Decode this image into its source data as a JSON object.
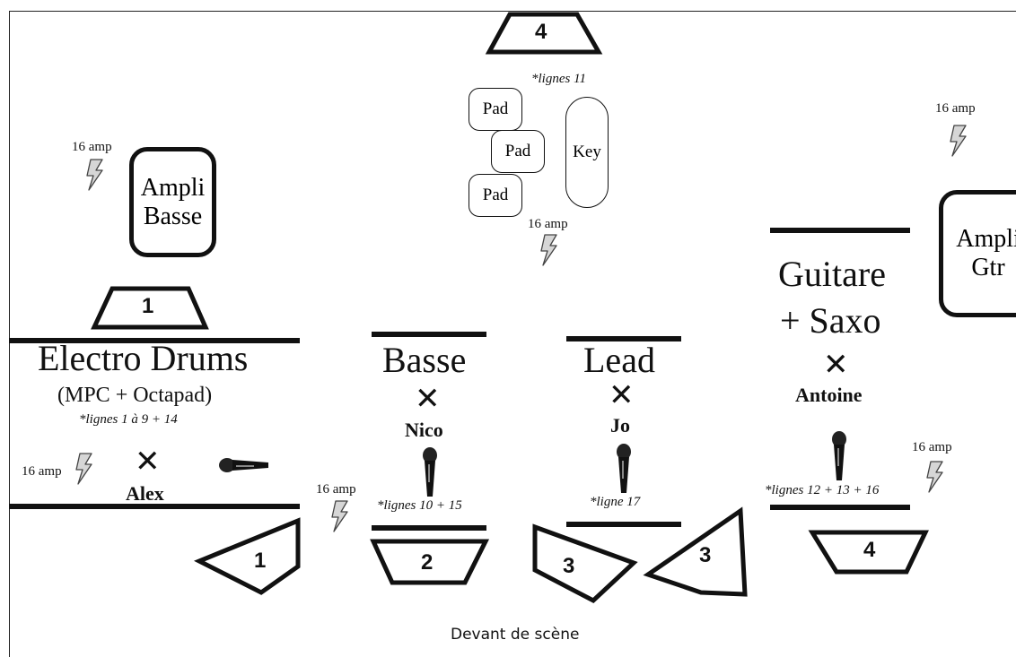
{
  "monitors": {
    "m1_top": "1",
    "m1_bottom": "1",
    "m2": "2",
    "m3_left": "3",
    "m3_right": "3",
    "m4_top": "4",
    "m4_bottom": "4"
  },
  "instruments": {
    "pad1": "Pad",
    "pad2": "Pad",
    "pad3": "Pad",
    "key": "Key",
    "ampli_basse": [
      "Ampli",
      "Basse"
    ],
    "ampli_gtr": [
      "Ampli",
      "Gtr"
    ]
  },
  "power": {
    "label": "16 amp"
  },
  "positions": {
    "drums": {
      "title": "Electro Drums",
      "subtitle": "(MPC + Octapad)",
      "lines": "*lignes 1 à 9 + 14",
      "player": "Alex"
    },
    "basse": {
      "title": "Basse",
      "player": "Nico",
      "lines": "*lignes 10 + 15"
    },
    "lead": {
      "title": "Lead",
      "player": "Jo",
      "lines": "*ligne  17"
    },
    "guitare": {
      "title_line1": "Guitare",
      "title_line2": "+ Saxo",
      "player": "Antoine",
      "lines": "*lignes 12 + 13 + 16"
    },
    "keys": {
      "lines": "*lignes  11"
    }
  },
  "footer": "Devant de scène"
}
